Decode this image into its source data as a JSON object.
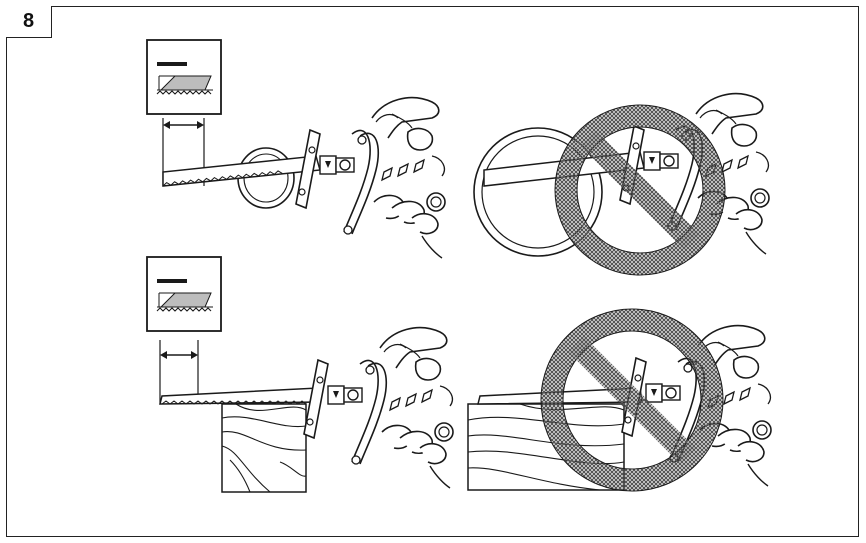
{
  "figure": {
    "number": "8"
  },
  "panels": [
    {
      "id": "top-left",
      "kind": "correct",
      "blade_symbol": "short-blade-protrusion"
    },
    {
      "id": "top-right",
      "kind": "incorrect",
      "symbol": "prohibited-sign-icon"
    },
    {
      "id": "bottom-left",
      "kind": "correct",
      "blade_symbol": "short-blade-protrusion"
    },
    {
      "id": "bottom-right",
      "kind": "incorrect",
      "symbol": "prohibited-sign-icon"
    }
  ],
  "colors": {
    "line": "#1a1a1a",
    "prohibit_fill": "#6e6e6e",
    "inset_fill": "#bdbdbd"
  }
}
